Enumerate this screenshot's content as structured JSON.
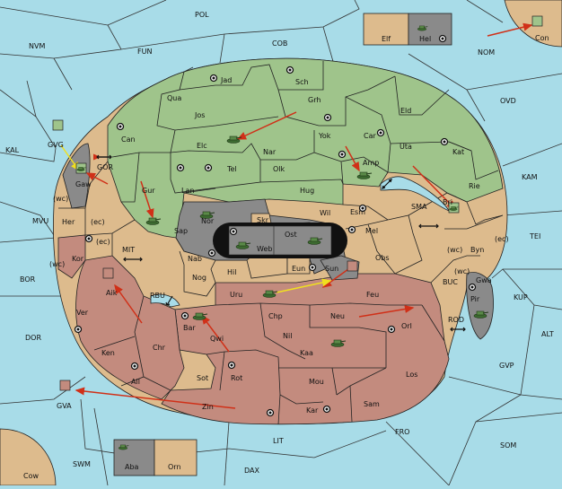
{
  "map": {
    "sea_labels": [
      {
        "id": "pol",
        "text": "POL"
      },
      {
        "id": "cob",
        "text": "COB"
      },
      {
        "id": "nvm",
        "text": "NVM"
      },
      {
        "id": "fun",
        "text": "FUN"
      },
      {
        "id": "nom",
        "text": "NOM"
      },
      {
        "id": "ovd",
        "text": "OVD"
      },
      {
        "id": "kal",
        "text": "KAL"
      },
      {
        "id": "kam",
        "text": "KAM"
      },
      {
        "id": "mvu",
        "text": "MVU"
      },
      {
        "id": "bor",
        "text": "BOR"
      },
      {
        "id": "dor",
        "text": "DOR"
      },
      {
        "id": "tei",
        "text": "TEI"
      },
      {
        "id": "kup",
        "text": "KUP"
      },
      {
        "id": "alt",
        "text": "ALT"
      },
      {
        "id": "gvp",
        "text": "GVP"
      },
      {
        "id": "fro",
        "text": "FRO"
      },
      {
        "id": "som",
        "text": "SOM"
      },
      {
        "id": "lit",
        "text": "LIT"
      },
      {
        "id": "swm",
        "text": "SWM"
      },
      {
        "id": "dax",
        "text": "DAX"
      },
      {
        "id": "gva",
        "text": "GVA"
      },
      {
        "id": "gvg",
        "text": "GVG"
      },
      {
        "id": "gor",
        "text": "GOR"
      },
      {
        "id": "mit",
        "text": "MIT"
      },
      {
        "id": "rbu",
        "text": "RBU"
      },
      {
        "id": "sma",
        "text": "SMA"
      },
      {
        "id": "buc",
        "text": "BUC"
      },
      {
        "id": "rod",
        "text": "ROD"
      },
      {
        "id": "con",
        "text": "Con"
      },
      {
        "id": "cow",
        "text": "Cow"
      }
    ],
    "land_labels": [
      {
        "id": "jad",
        "text": "Jad"
      },
      {
        "id": "sch",
        "text": "Sch"
      },
      {
        "id": "qua",
        "text": "Qua"
      },
      {
        "id": "jos",
        "text": "Jos"
      },
      {
        "id": "grh",
        "text": "Grh"
      },
      {
        "id": "eld",
        "text": "Eld"
      },
      {
        "id": "can",
        "text": "Can"
      },
      {
        "id": "yok",
        "text": "Yok"
      },
      {
        "id": "car",
        "text": "Car"
      },
      {
        "id": "elc",
        "text": "Elc"
      },
      {
        "id": "nar",
        "text": "Nar"
      },
      {
        "id": "uta",
        "text": "Uta"
      },
      {
        "id": "kat",
        "text": "Kat"
      },
      {
        "id": "tel",
        "text": "Tel"
      },
      {
        "id": "olk",
        "text": "Olk"
      },
      {
        "id": "amp",
        "text": "Amp"
      },
      {
        "id": "gur",
        "text": "Gur"
      },
      {
        "id": "lan",
        "text": "Lan"
      },
      {
        "id": "hug",
        "text": "Hug"
      },
      {
        "id": "bri",
        "text": "Bri"
      },
      {
        "id": "rie",
        "text": "Rie"
      },
      {
        "id": "gaw",
        "text": "Gaw"
      },
      {
        "id": "wil",
        "text": "Wil"
      },
      {
        "id": "esm",
        "text": "Esm"
      },
      {
        "id": "nor",
        "text": "Nor"
      },
      {
        "id": "skr",
        "text": "Skr"
      },
      {
        "id": "her",
        "text": "Her"
      },
      {
        "id": "sap",
        "text": "Sap"
      },
      {
        "id": "ost",
        "text": "Ost"
      },
      {
        "id": "web",
        "text": "Web"
      },
      {
        "id": "mel",
        "text": "Mel"
      },
      {
        "id": "byn",
        "text": "Byn"
      },
      {
        "id": "kor",
        "text": "Kor"
      },
      {
        "id": "nab",
        "text": "Nab"
      },
      {
        "id": "obs",
        "text": "Obs"
      },
      {
        "id": "eun",
        "text": "Eun"
      },
      {
        "id": "hil",
        "text": "Hil"
      },
      {
        "id": "sun",
        "text": "Sun"
      },
      {
        "id": "gwa",
        "text": "Gwa"
      },
      {
        "id": "aik",
        "text": "Aik"
      },
      {
        "id": "nog",
        "text": "Nog"
      },
      {
        "id": "uru",
        "text": "Uru"
      },
      {
        "id": "feu",
        "text": "Feu"
      },
      {
        "id": "pir",
        "text": "Pir"
      },
      {
        "id": "ver",
        "text": "Ver"
      },
      {
        "id": "chp",
        "text": "Chp"
      },
      {
        "id": "neu",
        "text": "Neu"
      },
      {
        "id": "orl",
        "text": "Orl"
      },
      {
        "id": "bar",
        "text": "Bar"
      },
      {
        "id": "qwi",
        "text": "Qwi"
      },
      {
        "id": "nil",
        "text": "Nil"
      },
      {
        "id": "ken",
        "text": "Ken"
      },
      {
        "id": "chr",
        "text": "Chr"
      },
      {
        "id": "kaa",
        "text": "Kaa"
      },
      {
        "id": "ail",
        "text": "Ail"
      },
      {
        "id": "sot",
        "text": "Sot"
      },
      {
        "id": "rot",
        "text": "Rot"
      },
      {
        "id": "mou",
        "text": "Mou"
      },
      {
        "id": "los",
        "text": "Los"
      },
      {
        "id": "sam",
        "text": "Sam"
      },
      {
        "id": "zin",
        "text": "Zin"
      },
      {
        "id": "kar",
        "text": "Kar"
      },
      {
        "id": "elf",
        "text": "Elf"
      },
      {
        "id": "hel",
        "text": "Hel"
      },
      {
        "id": "aba",
        "text": "Aba"
      },
      {
        "id": "orn",
        "text": "Orn"
      }
    ],
    "coast_labels": [
      {
        "id": "gaw_wc",
        "text": "(wc)"
      },
      {
        "id": "her_ec",
        "text": "(ec)"
      },
      {
        "id": "kor_ec",
        "text": "(ec)"
      },
      {
        "id": "kor_wc",
        "text": "(wc)"
      },
      {
        "id": "byn_wc",
        "text": "(wc)"
      },
      {
        "id": "byn_ec",
        "text": "(ec)"
      },
      {
        "id": "gwa_wc",
        "text": "(wc)"
      }
    ],
    "colors": {
      "sea": "#a8dce8",
      "green_power": "#9fc48b",
      "neutral": "#ddbb8d",
      "red_power": "#c38b7e",
      "impassable": "#8a8a8a",
      "order_move": "#d03018",
      "order_support": "#f0e020"
    },
    "units": [
      {
        "type": "army",
        "color": "green",
        "at": "elc"
      },
      {
        "type": "army",
        "color": "green",
        "at": "amp"
      },
      {
        "type": "army",
        "color": "green",
        "at": "gur"
      },
      {
        "type": "army",
        "color": "green",
        "at": "sap"
      },
      {
        "type": "army",
        "color": "green",
        "at": "ost"
      },
      {
        "type": "army",
        "color": "green",
        "at": "web"
      },
      {
        "type": "army",
        "color": "green",
        "at": "bri"
      },
      {
        "type": "army",
        "color": "green",
        "at": "uru"
      },
      {
        "type": "army",
        "color": "green",
        "at": "bar"
      },
      {
        "type": "army",
        "color": "green",
        "at": "kaa"
      },
      {
        "type": "army",
        "color": "green",
        "at": "pir"
      },
      {
        "type": "fleet",
        "color": "green",
        "at": "gaw"
      },
      {
        "type": "fleet",
        "color": "green",
        "at": "con"
      },
      {
        "type": "fleet",
        "color": "green",
        "at": "hel"
      },
      {
        "type": "fleet",
        "color": "green",
        "at": "aba"
      }
    ]
  }
}
